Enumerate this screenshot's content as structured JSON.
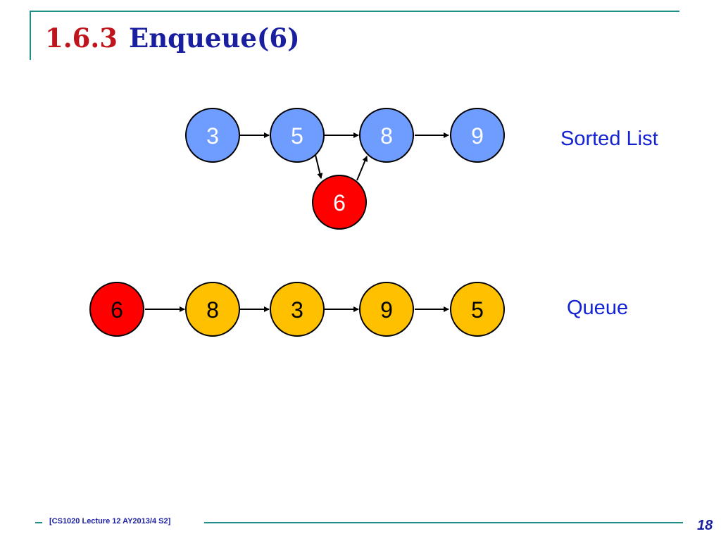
{
  "slide": {
    "title_number": "1.6.3",
    "title_text": "Enqueue(6)",
    "footer": "[CS1020 Lecture 12 AY2013/4 S2]",
    "page_number": "18"
  },
  "sorted_list": {
    "label": "Sorted List",
    "nodes": [
      "3",
      "5",
      "8",
      "9"
    ],
    "inserted": "6"
  },
  "queue": {
    "label": "Queue",
    "nodes": [
      "6",
      "8",
      "3",
      "9",
      "5"
    ]
  },
  "colors": {
    "list_node": "#6e9cff",
    "queue_node": "#ffc000",
    "new_node": "#ff0000",
    "stroke": "#000000"
  }
}
